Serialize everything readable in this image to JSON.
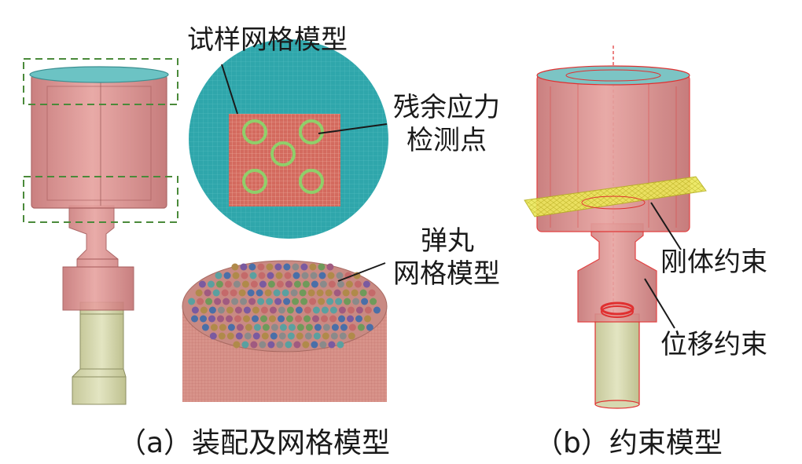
{
  "panel_a": {
    "caption": "（a）装配及网格模型",
    "specimen_mesh_label": "试样网格模型",
    "residual_stress_label_line1": "残余应力",
    "residual_stress_label_line2": "检测点",
    "shot_label_line1": "弹丸",
    "shot_label_line2": "网格模型"
  },
  "panel_b": {
    "caption": "（b）约束模型",
    "rigid_constraint_label": "刚体约束",
    "displacement_constraint_label": "位移约束"
  },
  "colors": {
    "body_red": "#d98a8a",
    "body_red_dark": "#b86a6a",
    "teal": "#4bb5b5",
    "olive": "#cfd2a6",
    "green_ring": "#8fcf6a",
    "mesh_red": "#e07060",
    "constraint_line": "#e03030",
    "rigid_plane": "#e6e34a",
    "dash_box": "#4a8a3a"
  }
}
